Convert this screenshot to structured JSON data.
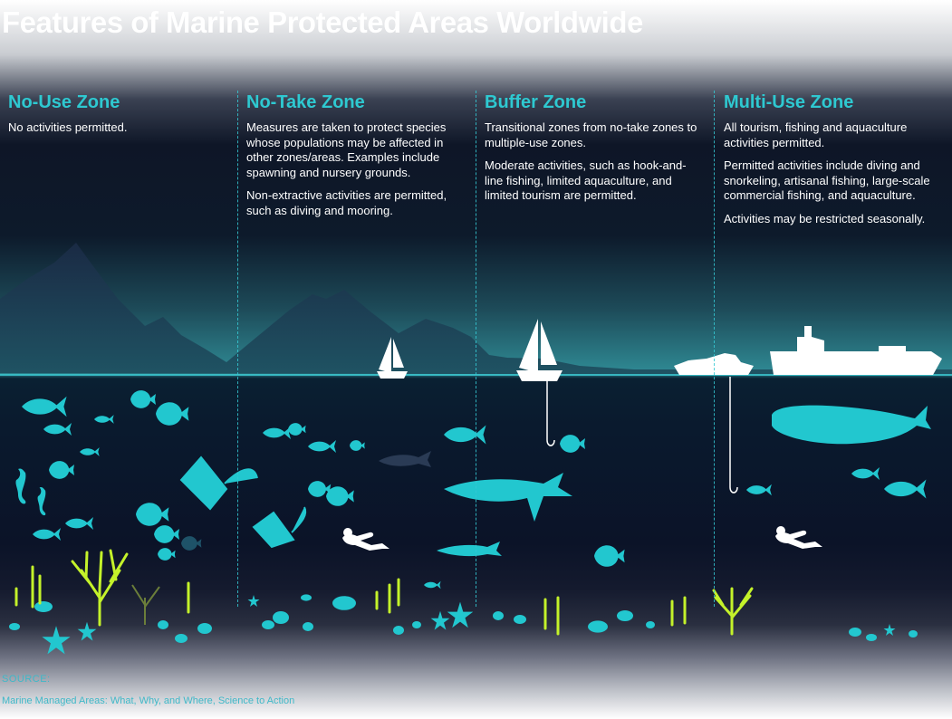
{
  "title": "Features of Marine Protected Areas Worldwide",
  "zones": [
    {
      "name": "No-Use Zone",
      "paragraphs": [
        "No activities permitted."
      ]
    },
    {
      "name": "No-Take Zone",
      "paragraphs": [
        "Measures are taken to protect species whose populations may be affected in other zones/areas. Examples include spawning and nursery grounds.",
        "Non-extractive activities are permitted, such as diving and mooring."
      ]
    },
    {
      "name": "Buffer Zone",
      "paragraphs": [
        "Transitional zones from no-take zones to multiple-use zones.",
        "Moderate activities, such as hook-and-line fishing, limited aquaculture, and limited tourism are permitted."
      ]
    },
    {
      "name": "Multi-Use Zone",
      "paragraphs": [
        "All tourism, fishing and aquaculture activities permitted.",
        "Permitted activities include diving and snorkeling, artisanal fishing, large-scale commercial fishing, and aquaculture.",
        "Activities may be restricted seasonally."
      ]
    }
  ],
  "source": {
    "label": "SOURCE:",
    "text": "Marine Managed Areas: What, Why, and Where, Science to Action"
  },
  "colors": {
    "accent": "#2ec9d1",
    "marine_life": "#22c7cf",
    "coral": "#c4f22a",
    "vessel": "#ffffff"
  },
  "icons": [
    "sailboat-icon",
    "yacht-icon",
    "cargo-ship-icon",
    "whale-icon",
    "shark-icon",
    "manta-ray-icon",
    "scuba-diver-icon",
    "fish-icon",
    "seahorse-icon",
    "crab-icon",
    "starfish-icon",
    "coral-icon",
    "fishing-hook-icon"
  ]
}
